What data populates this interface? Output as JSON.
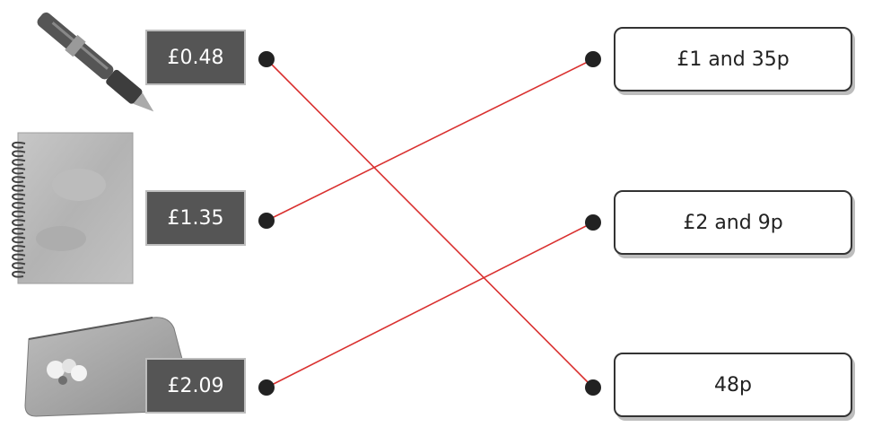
{
  "prices": [
    {
      "label": "£0.48",
      "icon": "pen-icon"
    },
    {
      "label": "£1.35",
      "icon": "notebook-icon"
    },
    {
      "label": "£2.09",
      "icon": "pencil-case-icon"
    }
  ],
  "answers": [
    {
      "label": "£1 and 35p"
    },
    {
      "label": "£2 and 9p"
    },
    {
      "label": "48p"
    }
  ],
  "matches": [
    [
      0,
      2
    ],
    [
      1,
      0
    ],
    [
      2,
      1
    ]
  ],
  "colors": {
    "price_bg": "#555555",
    "price_text": "#ffffff",
    "answer_border": "#333333",
    "connector_line": "#d9302f",
    "dot": "#222222"
  }
}
